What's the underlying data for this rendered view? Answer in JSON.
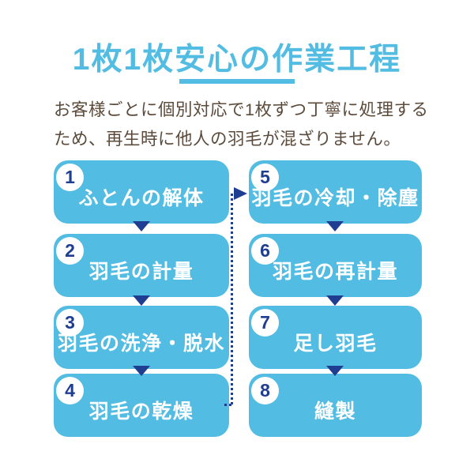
{
  "header": {
    "title": "1枚1枚安心の作業工程"
  },
  "description": {
    "lines": [
      "お客様ごとに個別対応で1枚ずつ丁寧に処理する",
      "ため、再生時に他人の羽毛が混ざりません。"
    ]
  },
  "steps": [
    {
      "num": "1",
      "label": "ふとんの解体"
    },
    {
      "num": "2",
      "label": "羽毛の計量"
    },
    {
      "num": "3",
      "label": "羽毛の洗浄・脱水"
    },
    {
      "num": "4",
      "label": "羽毛の乾燥"
    },
    {
      "num": "5",
      "label": "羽毛の冷却・除塵"
    },
    {
      "num": "6",
      "label": "羽毛の再計量"
    },
    {
      "num": "7",
      "label": "足し羽毛"
    },
    {
      "num": "8",
      "label": "縫製"
    }
  ],
  "colors": {
    "accent_blue": "#53bce2",
    "navy": "#1f3e92",
    "text_brown": "#5c4b3b",
    "step_text": "#ffffff"
  }
}
